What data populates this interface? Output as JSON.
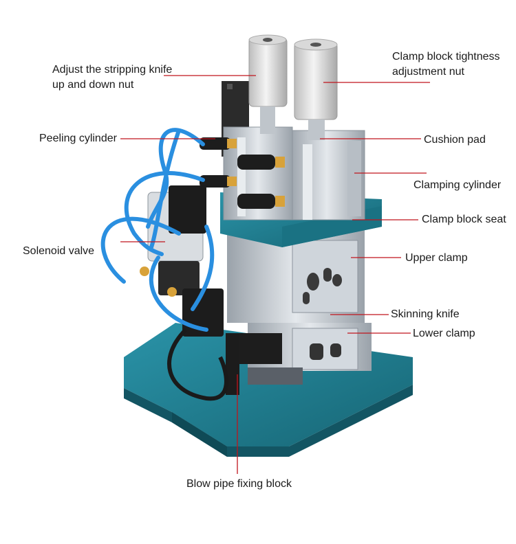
{
  "diagram": {
    "colors": {
      "leader_line": "#c0141c",
      "base": "#1f7f93",
      "base_dark": "#155e6e",
      "metal": "#c9cfd6",
      "metal_dark": "#8c949c",
      "knob": "#e6e6e6",
      "tube": "#2a8fe0",
      "valve": "#1c1c1c",
      "fitting": "#d8a23a"
    },
    "labels": {
      "adjust_nut": "Adjust the stripping knife up and down nut",
      "clamp_tightness": "Clamp block tightness adjustment nut",
      "peeling_cylinder": "Peeling cylinder",
      "cushion_pad": "Cushion pad",
      "clamping_cylinder": "Clamping cylinder",
      "clamp_block_seat": "Clamp block seat",
      "solenoid_valve": "Solenoid valve",
      "upper_clamp": "Upper clamp",
      "skinning_knife": "Skinning knife",
      "lower_clamp": "Lower clamp",
      "blow_pipe": "Blow pipe fixing block"
    }
  }
}
